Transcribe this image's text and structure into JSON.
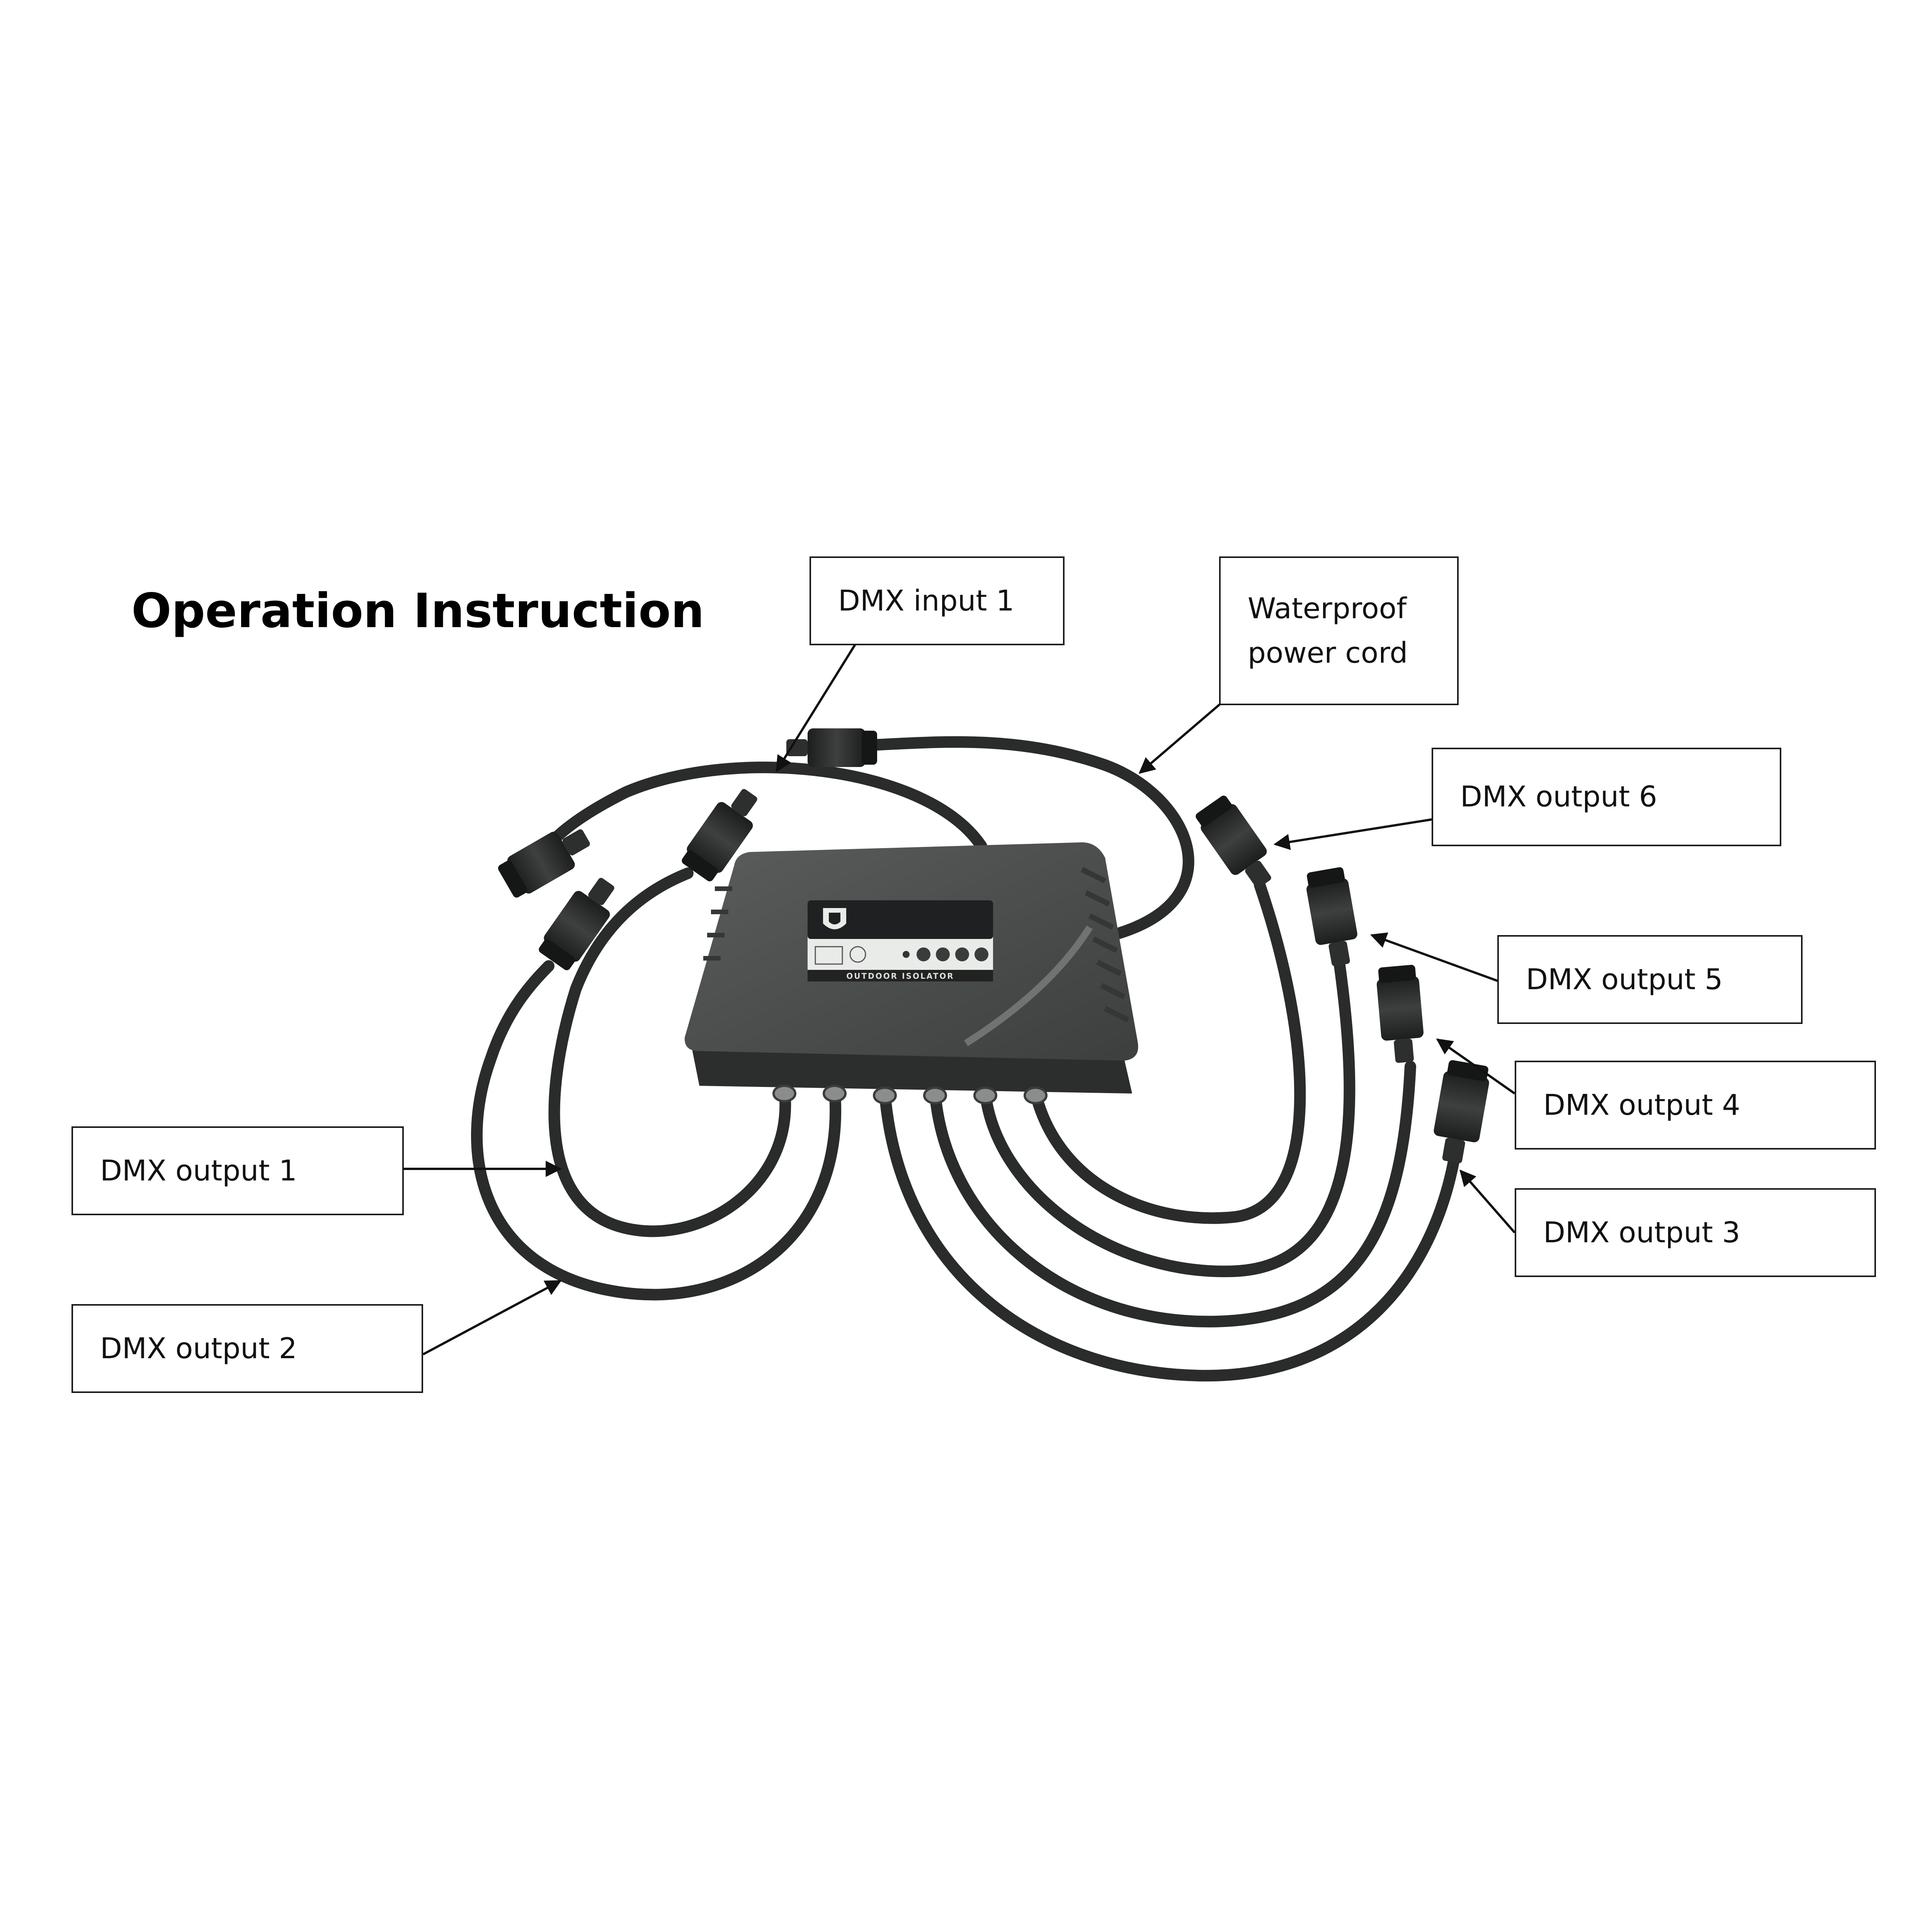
{
  "title": "Operation Instruction",
  "device": {
    "label": "OUTDOOR ISOLATOR",
    "body_color": "#4a4d4c",
    "panel_color": "#e9ebe9",
    "badge_color": "#1f2021"
  },
  "callouts": {
    "dmx_input_1": "DMX input 1",
    "power_cord": "Waterproof\npower cord",
    "dmx_output_1": "DMX output 1",
    "dmx_output_2": "DMX output 2",
    "dmx_output_3": "DMX output 3",
    "dmx_output_4": "DMX output 4",
    "dmx_output_5": "DMX output 5",
    "dmx_output_6": "DMX output 6"
  },
  "colors": {
    "cable": "#2a2b2b",
    "arrow": "#111111",
    "box_border": "#1a1a1a"
  }
}
